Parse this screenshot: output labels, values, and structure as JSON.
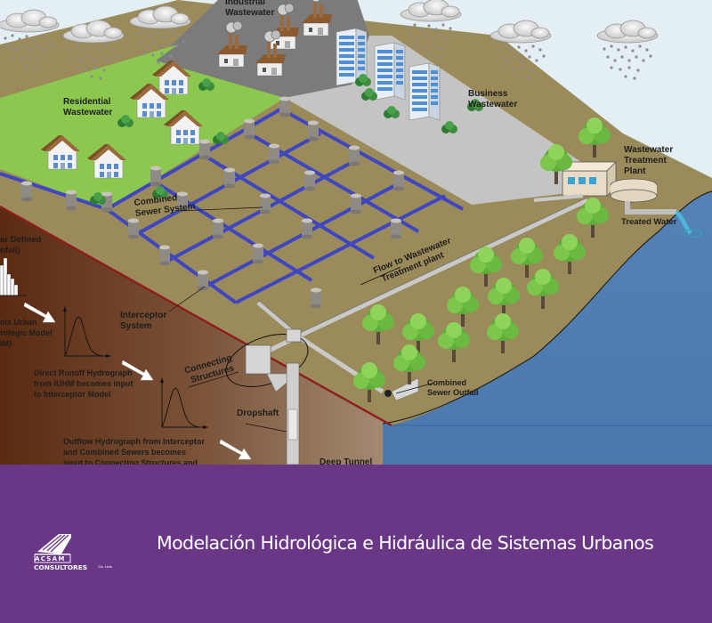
{
  "diagram": {
    "labels": {
      "industrial": [
        "Industrial",
        "Wastewater"
      ],
      "residential": [
        "Residential",
        "Wastewater"
      ],
      "business": [
        "Business",
        "Wastewater"
      ],
      "treatment_plant": [
        "Wastewater",
        "Treatment",
        "Plant"
      ],
      "treated_water": "Treated Water",
      "combined_sewer": [
        "Combined",
        "Sewer System"
      ],
      "flow_to_plant": [
        "Flow to Wastewater",
        "Treatment plant"
      ],
      "interceptor": [
        "Interceptor",
        "System"
      ],
      "connecting": [
        "Connecting",
        "Structures"
      ],
      "dropshaft": "Dropshaft",
      "deep_tunnel": "Deep Tunnel",
      "cso": [
        "Combined",
        "Sewer Outfall"
      ],
      "rainfall": [
        "er Defined",
        "nfall)"
      ],
      "iuhm": [
        "ois Urban",
        "rologic  Model",
        "IM)"
      ],
      "direct_runoff": [
        "Direct Runoff Hydrograph",
        "from IUHM becomes input",
        "to  Interceptor Model"
      ],
      "outflow": [
        "Outflow Hydrograph from Interceptor",
        "and Combined Sewers becomes",
        "input to Connecting Structures and"
      ]
    },
    "colors": {
      "sky": "#e3eff3",
      "grass": "#8cc84f",
      "industrial_ground": "#7c7c7c",
      "business_ground": "#c3c3c3",
      "soil_surface": "#9c8c5c",
      "underground": "#7a4e31",
      "water": "#4e7db3",
      "pipe": "#3f46c2",
      "banner": "#6a3787"
    }
  },
  "banner": {
    "title": "Modelación Hidrológica e Hidráulica de Sistemas Urbanos",
    "logo_name": "ACSAM",
    "logo_subtitle": "CONSULTORES",
    "logo_suffix": "Cia. Ltda"
  }
}
